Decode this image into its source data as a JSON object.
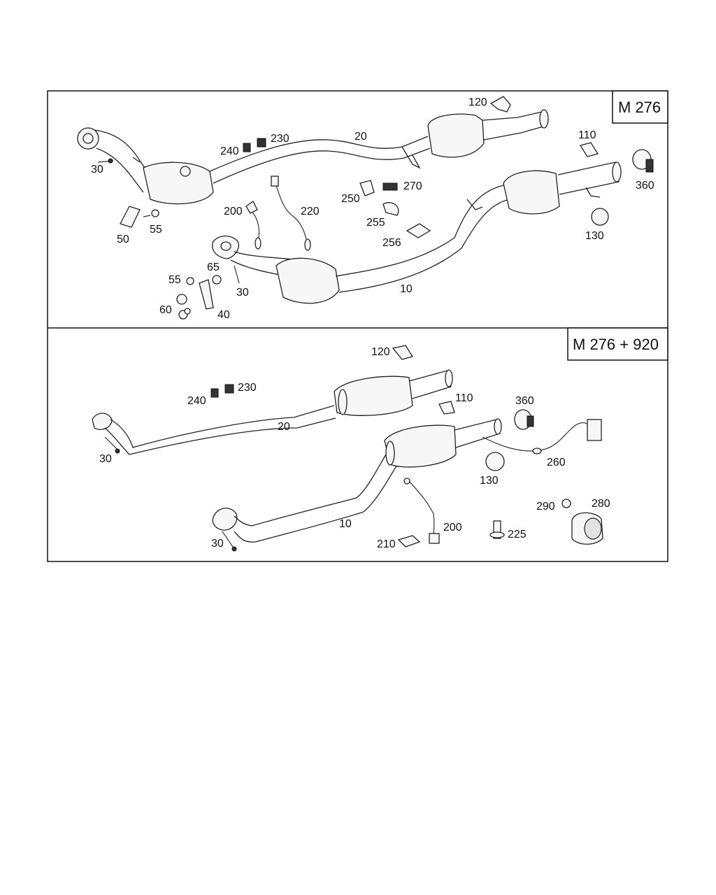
{
  "panels": [
    {
      "title": "M 276",
      "labels": [
        "120",
        "20",
        "110",
        "240",
        "230",
        "360",
        "30",
        "270",
        "250",
        "200",
        "220",
        "255",
        "130",
        "55",
        "50",
        "256",
        "65",
        "55",
        "30",
        "10",
        "60",
        "40"
      ]
    },
    {
      "title": "M 276 + 920",
      "labels": [
        "120",
        "240",
        "230",
        "110",
        "360",
        "20",
        "30",
        "260",
        "130",
        "10",
        "200",
        "290",
        "280",
        "225",
        "210",
        "30"
      ]
    }
  ]
}
